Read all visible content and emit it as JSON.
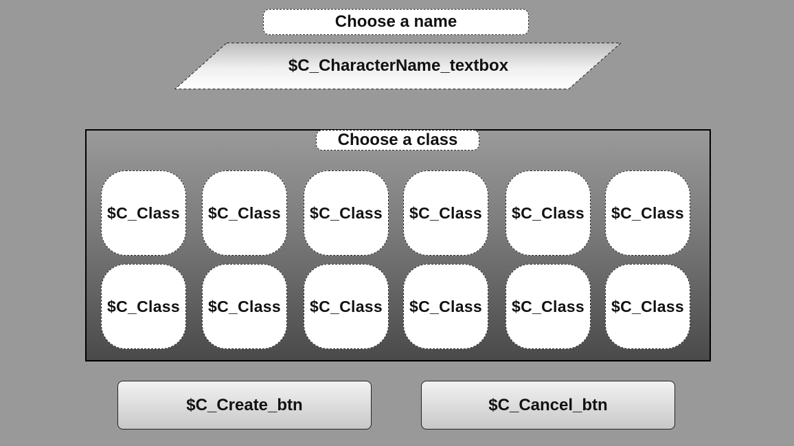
{
  "name_section": {
    "label": "Choose a name",
    "textbox_value": "$C_CharacterName_textbox"
  },
  "class_section": {
    "label": "Choose a class",
    "classes": [
      "$C_Class",
      "$C_Class",
      "$C_Class",
      "$C_Class",
      "$C_Class",
      "$C_Class",
      "$C_Class",
      "$C_Class",
      "$C_Class",
      "$C_Class",
      "$C_Class",
      "$C_Class"
    ]
  },
  "buttons": {
    "create_label": "$C_Create_btn",
    "cancel_label": "$C_Cancel_btn"
  },
  "colors": {
    "background": "#999999",
    "tile_fill": "#ffffff",
    "border": "#222222"
  }
}
